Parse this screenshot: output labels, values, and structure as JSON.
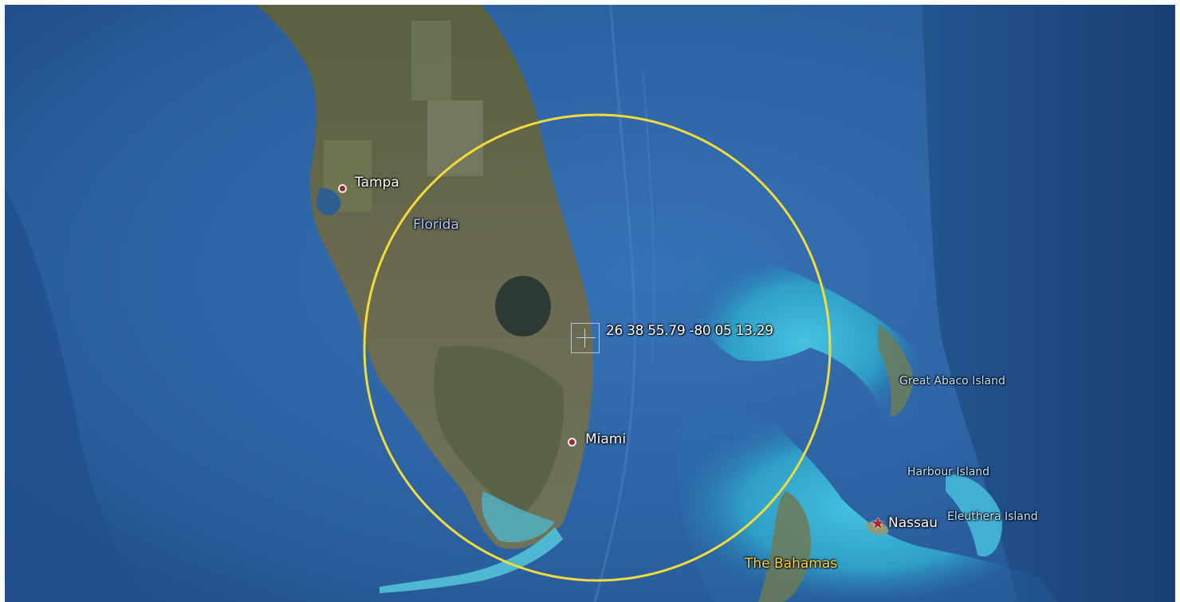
{
  "places": {
    "tampa": "Tampa",
    "florida": "Florida",
    "miami": "Miami",
    "great_abaco": "Great Abaco Island",
    "harbour_island": "Harbour Island",
    "nassau": "Nassau",
    "eleuthera": "Eleuthera Island",
    "bahamas": "The Bahamas"
  },
  "marker": {
    "coordinates": "26 38 55.79 -80 05 13.29"
  },
  "colors": {
    "ocean_deep": "#1f4f8c",
    "ocean": "#2f6aae",
    "shallow_water": "#3fb7d8",
    "land": "#5f6548",
    "range_circle": "#f2dc3a",
    "city_pin": "#8a2f3a",
    "capital_star": "#b8202e",
    "country_label": "#ffd24a"
  },
  "icons": {
    "city_marker": "city-dot-icon",
    "capital_marker": "capital-star-icon",
    "placemark": "crosshair-icon"
  }
}
